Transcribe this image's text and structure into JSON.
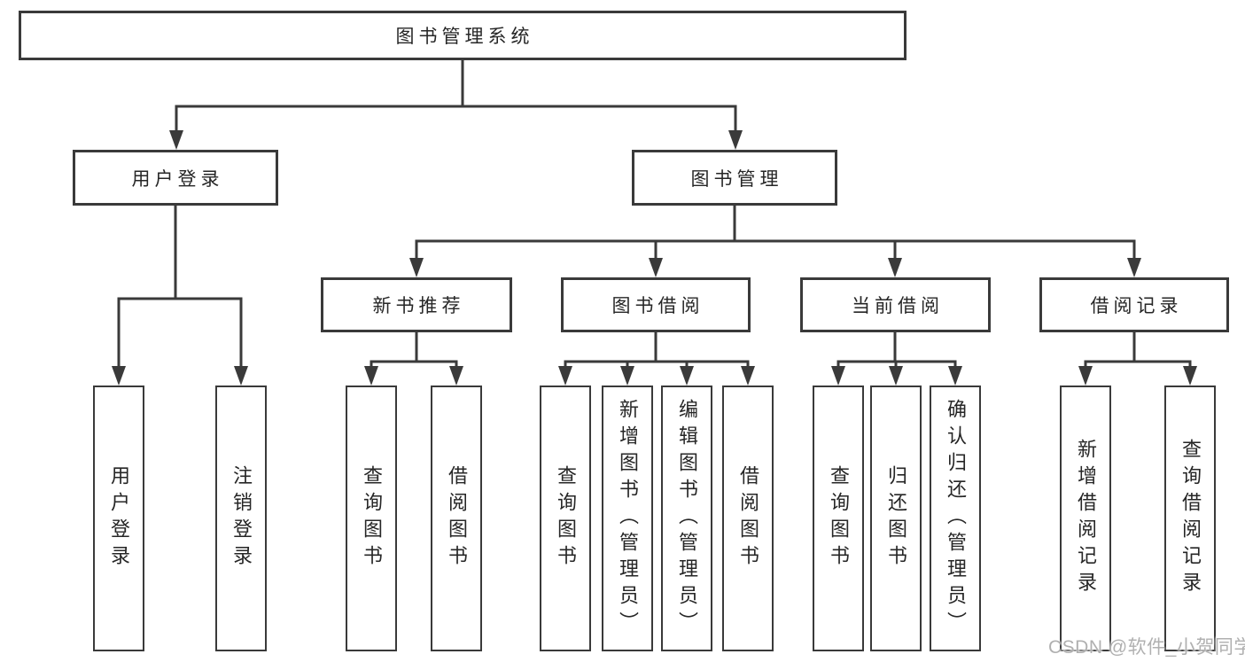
{
  "diagram_title": "图书管理系统",
  "tree": {
    "root": {
      "label": "图书管理系统"
    },
    "branches": [
      {
        "label": "用户登录",
        "children": [
          {
            "label": "用户登录"
          },
          {
            "label": "注销登录"
          }
        ]
      },
      {
        "label": "图书管理",
        "children": [
          {
            "label": "新书推荐",
            "children": [
              {
                "label": "查询图书"
              },
              {
                "label": "借阅图书"
              }
            ]
          },
          {
            "label": "图书借阅",
            "children": [
              {
                "label": "查询图书"
              },
              {
                "label": "新增图书（管理员）"
              },
              {
                "label": "编辑图书（管理员）"
              },
              {
                "label": "借阅图书"
              }
            ]
          },
          {
            "label": "当前借阅",
            "children": [
              {
                "label": "查询图书"
              },
              {
                "label": "归还图书"
              },
              {
                "label": "确认归还（管理员）"
              }
            ]
          },
          {
            "label": "借阅记录",
            "children": [
              {
                "label": "新增借阅记录"
              },
              {
                "label": "查询借阅记录"
              }
            ]
          }
        ]
      }
    ]
  },
  "watermark": {
    "text": "CSDN @软件_小贺同学"
  },
  "colors": {
    "line": "#3a3a3a",
    "text": "#262626",
    "background": "#ffffff",
    "watermark": "#b0b0b0"
  }
}
